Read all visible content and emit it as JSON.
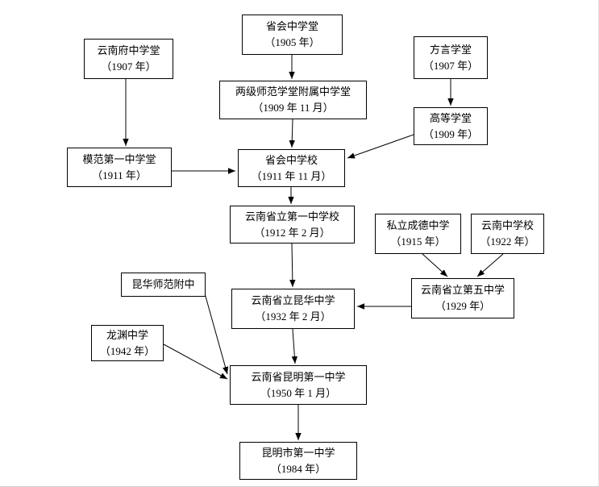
{
  "diagram": {
    "type": "flowchart",
    "colors": {
      "box_border": "#000000",
      "box_fill": "#ffffff",
      "line": "#000000",
      "text": "#000000",
      "background": "#ffffff"
    },
    "nodes": {
      "shenghui_zhongxuetang": {
        "name": "省会中学堂",
        "year": "（1905 年）"
      },
      "yunnanfu_zhongxuetang": {
        "name": "云南府中学堂",
        "year": "（1907 年）"
      },
      "fangyan_xuetang": {
        "name": "方言学堂",
        "year": "（1907 年）"
      },
      "liangji_shifan_fushu": {
        "name": "两级师范学堂附属中学堂",
        "year": "（1909 年 11 月）"
      },
      "gaodeng_xuetang": {
        "name": "高等学堂",
        "year": "（1909 年）"
      },
      "mofan_diyi_zhongxuetang": {
        "name": "模范第一中学堂",
        "year": "（1911 年）"
      },
      "shenghui_zhongxuexiao": {
        "name": "省会中学校",
        "year": "（1911 年 11 月）"
      },
      "shengli_diyi_zhongxuexiao": {
        "name": "云南省立第一中学校",
        "year": "（1912 年 2 月）"
      },
      "sili_chengde_zhongxue": {
        "name": "私立成德中学",
        "year": "（1915 年）"
      },
      "yunnan_zhongxuexiao": {
        "name": "云南中学校",
        "year": "（1922 年）"
      },
      "kunhua_shifan_fuzhong": {
        "name": "昆华师范附中"
      },
      "shengli_kunhua_zhongxue": {
        "name": "云南省立昆华中学",
        "year": "（1932 年 2 月）"
      },
      "shengli_diwu_zhongxue": {
        "name": "云南省立第五中学",
        "year": "（1929 年）"
      },
      "longyuan_zhongxue": {
        "name": "龙渊中学",
        "year": "（1942 年）"
      },
      "kunming_diyi_zhongxue": {
        "name": "云南省昆明第一中学",
        "year": "（1950 年 1 月）"
      },
      "kunmingshi_diyi_zhongxue": {
        "name": "昆明市第一中学",
        "year": "（1984 年）"
      }
    },
    "edges": [
      {
        "from": "shenghui_zhongxuetang",
        "to": "liangji_shifan_fushu"
      },
      {
        "from": "yunnanfu_zhongxuetang",
        "to": "mofan_diyi_zhongxuetang"
      },
      {
        "from": "fangyan_xuetang",
        "to": "gaodeng_xuetang"
      },
      {
        "from": "liangji_shifan_fushu",
        "to": "shenghui_zhongxuexiao"
      },
      {
        "from": "gaodeng_xuetang",
        "to": "shenghui_zhongxuexiao"
      },
      {
        "from": "mofan_diyi_zhongxuetang",
        "to": "shenghui_zhongxuexiao"
      },
      {
        "from": "shenghui_zhongxuexiao",
        "to": "shengli_diyi_zhongxuexiao"
      },
      {
        "from": "shengli_diyi_zhongxuexiao",
        "to": "shengli_kunhua_zhongxue"
      },
      {
        "from": "sili_chengde_zhongxue",
        "to": "shengli_diwu_zhongxue"
      },
      {
        "from": "yunnan_zhongxuexiao",
        "to": "shengli_diwu_zhongxue"
      },
      {
        "from": "shengli_diwu_zhongxue",
        "to": "shengli_kunhua_zhongxue"
      },
      {
        "from": "shengli_kunhua_zhongxue",
        "to": "kunming_diyi_zhongxue"
      },
      {
        "from": "kunhua_shifan_fuzhong",
        "to": "kunming_diyi_zhongxue"
      },
      {
        "from": "longyuan_zhongxue",
        "to": "kunming_diyi_zhongxue"
      },
      {
        "from": "kunming_diyi_zhongxue",
        "to": "kunmingshi_diyi_zhongxue"
      }
    ]
  }
}
